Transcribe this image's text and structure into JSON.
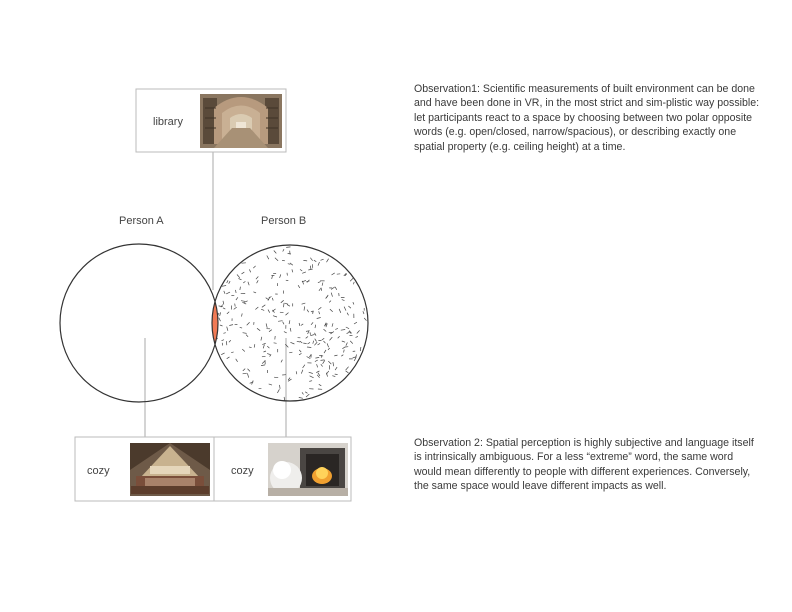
{
  "top_card": {
    "label": "library",
    "image": "library-interior-photo"
  },
  "persons": {
    "a_label": "Person A",
    "b_label": "Person B"
  },
  "bottom_cards": [
    {
      "label": "cozy",
      "image": "attic-bedroom-photo"
    },
    {
      "label": "cozy",
      "image": "fireplace-room-photo"
    }
  ],
  "observations": {
    "obs1": "Observation1: Scientific measurements of built environment can be done and have been done in VR, in the most strict and sim-plistic way possible: let participants react to a space by choosing between two polar opposite words (e.g. open/closed, narrow/spacious), or describing exactly one spatial property (e.g. ceiling height) at a time.",
    "obs2": "Observation 2: Spatial perception is highly subjective and language itself is intrinsically ambiguous. For a less “extreme” word, the same word would mean differently to people with different experiences. Conversely, the same space would leave different impacts as well."
  },
  "colors": {
    "overlap": "#f07a55",
    "stroke": "#333333",
    "box_border": "#bbbbbb"
  }
}
